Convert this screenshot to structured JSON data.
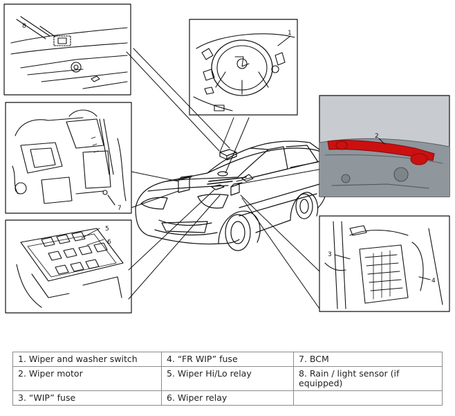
{
  "callouts": {
    "c1": "1",
    "c2": "2",
    "c3": "3",
    "c4": "4",
    "c5": "5",
    "c6": "6",
    "c7": "7",
    "c8": "8"
  },
  "legend": {
    "rows": [
      [
        "1. Wiper and washer switch",
        "4. “FR WIP” fuse",
        "7. BCM"
      ],
      [
        "2. Wiper motor",
        "5. Wiper Hi/Lo relay",
        "8. Rain / light sensor (if equipped)"
      ],
      [
        "3. “WIP” fuse",
        "6. Wiper relay",
        ""
      ]
    ]
  },
  "colors": {
    "wiper_motor_highlight": "#cc1010",
    "line": "#111111",
    "photo_bg": "#c8ccd0"
  }
}
